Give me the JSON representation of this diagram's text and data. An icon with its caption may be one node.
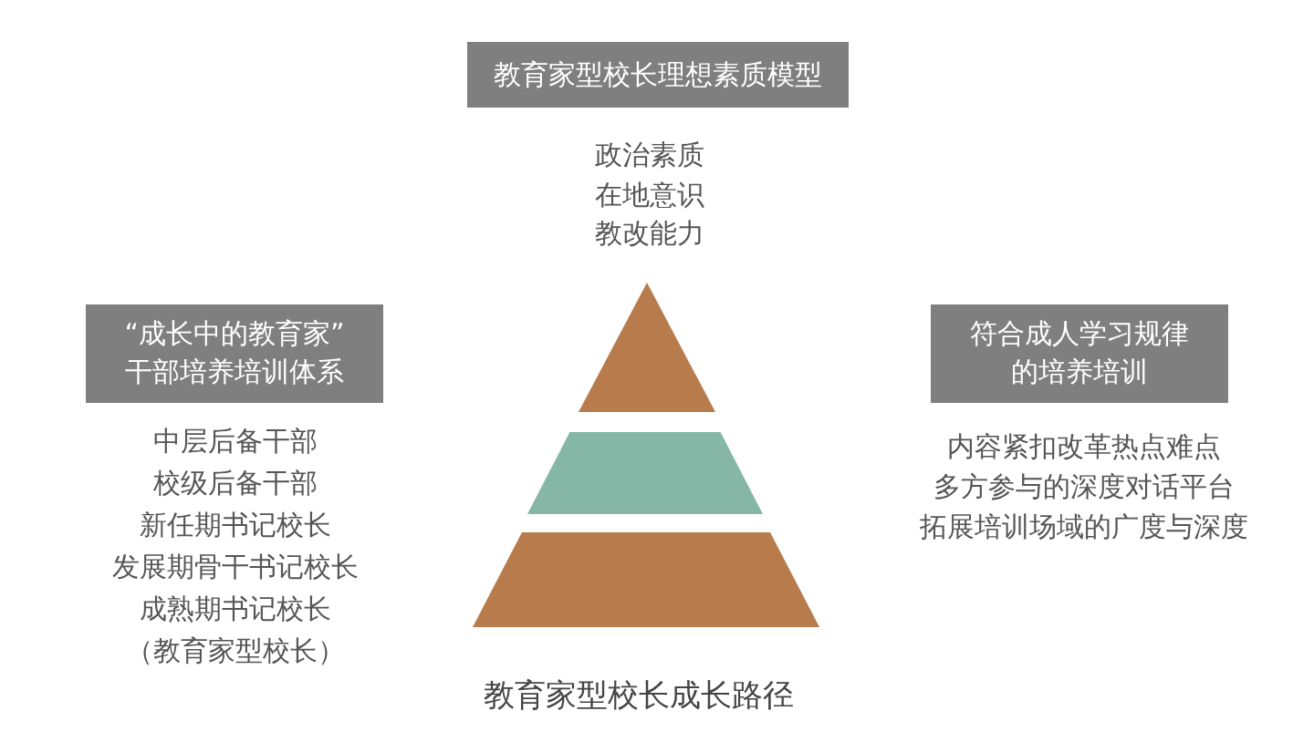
{
  "diagram": {
    "caption": "教育家型校长成长路径",
    "nodes": [
      {
        "text": [
          "教育家型校长理想素质模型"
        ],
        "beside": [
          "政治素质",
          "在地意识",
          "教改能力"
        ]
      },
      {
        "text": [
          "“成长中的教育家”干部培养培训体系"
        ],
        "beside": [
          "中层后备干部",
          "校级后备干部",
          "新任期书记校长",
          "发展期骨干书记校长",
          "成熟期书记校长",
          "（教育家型校长）"
        ]
      },
      {
        "text": [
          "符合成人学习规律的培养培训"
        ],
        "beside": [
          "内容紧扣改革热点难点",
          "多方参与的深度对话平台",
          "拓展培训场域的广度与深度"
        ]
      },
      {
        "text": [],
        "shape": "triangle"
      },
      {
        "text": [],
        "shape": "trapezoid"
      },
      {
        "text": [],
        "shape": "trapezoid"
      }
    ]
  }
}
